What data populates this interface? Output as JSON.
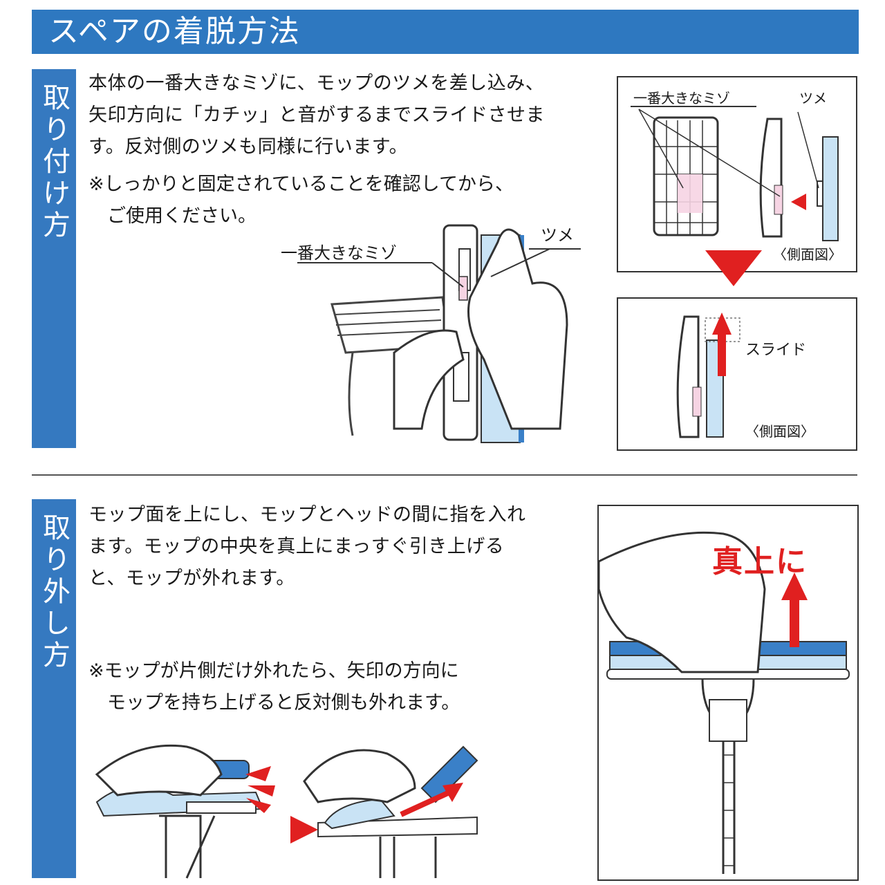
{
  "title": "スペアの着脱方法",
  "attach": {
    "tab_label": "取り付け方",
    "lines": [
      "本体の一番大きなミゾに、モップのツメを差し込み、",
      "矢印方向に「カチッ」と音がするまでスライドさせま",
      "す。反対側のツメも同様に行います。"
    ],
    "note_lines": [
      "※しっかりと固定されていることを確認してから、",
      "　ご使用ください。"
    ],
    "illus_groove": "一番大きなミゾ",
    "illus_tab": "ツメ",
    "box1_groove": "一番大きなミゾ",
    "box1_tab": "ツメ",
    "box1_caption": "〈側面図〉",
    "box2_slide": "スライド",
    "box2_caption": "〈側面図〉"
  },
  "detach": {
    "tab_label": "取り外し方",
    "lines": [
      "モップ面を上にし、モップとヘッドの間に指を入れ",
      "ます。モップの中央を真上にまっすぐ引き上げる",
      "と、モップが外れます。"
    ],
    "note_lines": [
      "※モップが片側だけ外れたら、矢印の方向に",
      "　モップを持ち上げると反対側も外れます。"
    ],
    "up_label": "真上に"
  },
  "colors": {
    "brand_blue": "#2e78c0",
    "arrow_red": "#e02020",
    "mop_blue": "#c9e3f5",
    "pink": "#f6d4e3"
  }
}
